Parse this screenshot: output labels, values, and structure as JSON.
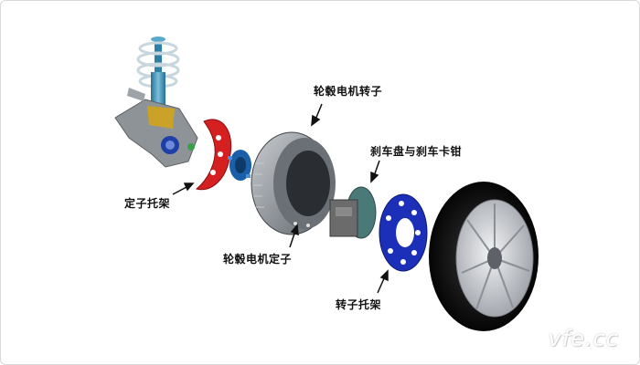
{
  "labels": {
    "stator_bracket": "定子托架",
    "hub_motor_rotor": "轮毂电机转子",
    "brake_disc_caliper": "刹车盘与刹车卡钳",
    "hub_motor_stator": "轮毂电机定子",
    "rotor_bracket": "转子托架"
  },
  "watermark": "vfe.cc",
  "colors": {
    "stator_bracket": "#d42020",
    "rotor_bracket": "#1c2fb8",
    "hub_adapter": "#1a5fa8",
    "spring_shock": "#3a8fb0",
    "motor_body": "#9aa0a6",
    "tire": "#111111",
    "rim": "#c8cbd0",
    "brake_disc": "#4a7a78",
    "caliper": "#6b6b6b"
  },
  "icons": [
    "arrow-icon"
  ]
}
